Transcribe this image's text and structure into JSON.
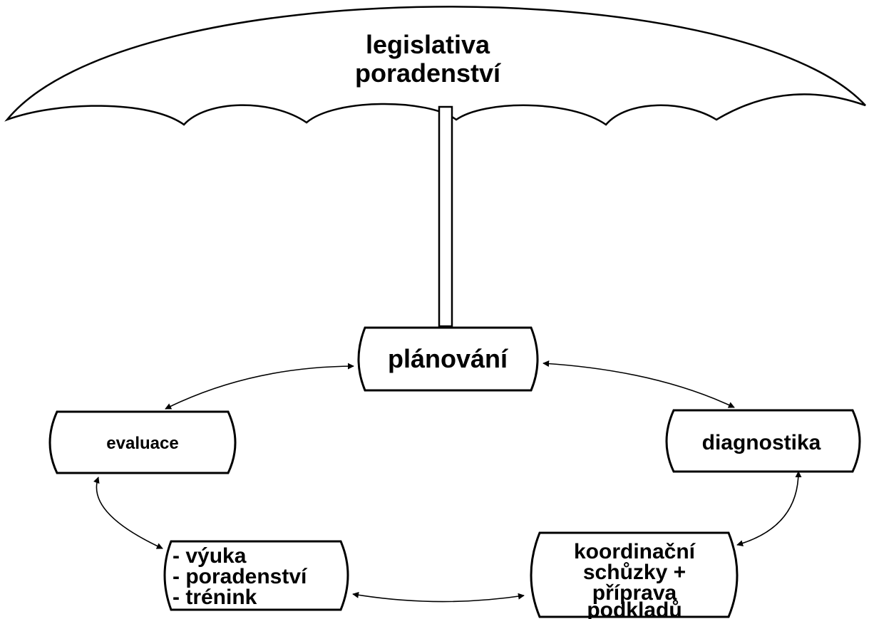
{
  "umbrella": {
    "line1": "legislativa",
    "line2": "poradenství"
  },
  "nodes": {
    "planovani": "plánování",
    "diagnostika": "diagnostika",
    "koordinace": {
      "line1": "koordinační",
      "line2": "schůzky +",
      "line3": "příprava",
      "line4": "podkladů"
    },
    "intervence": {
      "line1": "- výuka",
      "line2": "- poradenství",
      "line3": "- trénink"
    },
    "evaluace": "evaluace"
  },
  "colors": {
    "stroke": "#000000",
    "fill": "#ffffff"
  }
}
